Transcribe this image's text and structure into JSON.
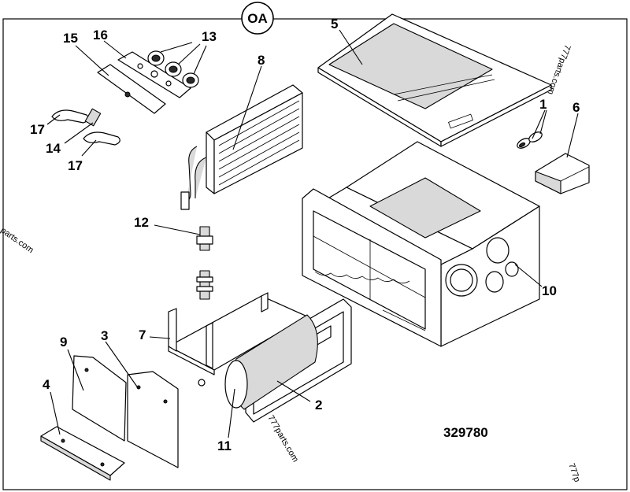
{
  "figure_label": "OA",
  "part_number": "329780",
  "watermark": "777parts.com",
  "watermark_partial_left": "parts.com",
  "watermark_partial_br": "777p",
  "callouts": [
    "1",
    "2",
    "3",
    "4",
    "5",
    "6",
    "7",
    "8",
    "9",
    "10",
    "11",
    "12",
    "13",
    "14",
    "15",
    "16",
    "17"
  ]
}
